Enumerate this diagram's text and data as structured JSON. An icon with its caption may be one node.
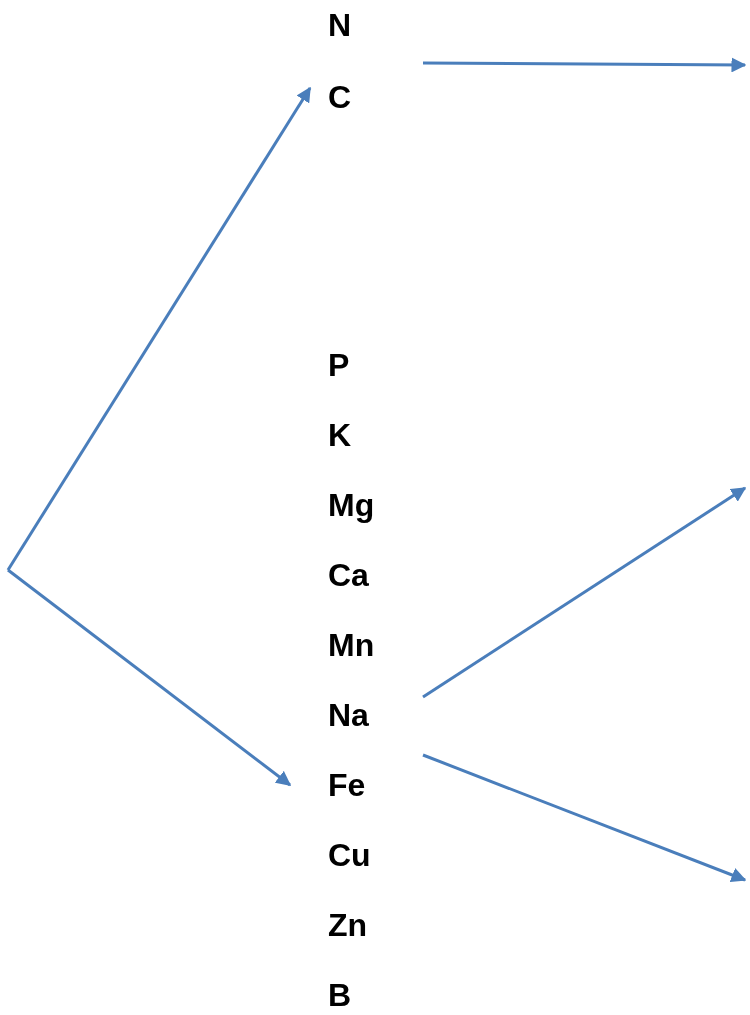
{
  "diagram": {
    "nodes": [
      {
        "text": [
          "N",
          "C"
        ]
      },
      {
        "text": [
          "P",
          "K",
          "Mg",
          "Ca",
          "Mn",
          "Na",
          "Fe",
          "Cu",
          "Zn",
          "B"
        ]
      }
    ],
    "edges": [
      {
        "from": null,
        "to": 0,
        "arrow": "to"
      },
      {
        "from": null,
        "to": 1,
        "arrow": "to"
      },
      {
        "from": 0,
        "to": null,
        "arrow": "to"
      },
      {
        "from": 1,
        "to": null,
        "arrow": "to"
      },
      {
        "from": 1,
        "to": null,
        "arrow": "to"
      }
    ]
  }
}
